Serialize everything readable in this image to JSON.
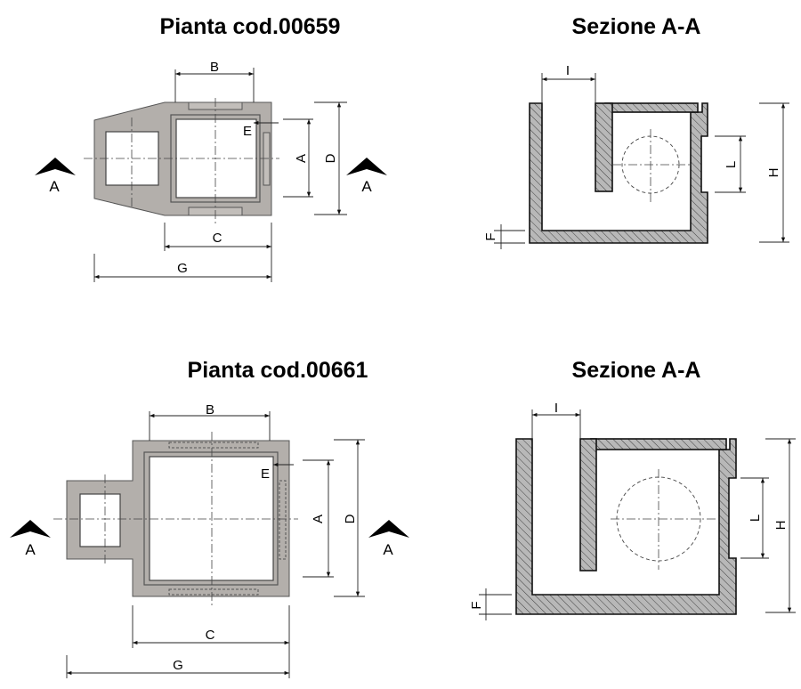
{
  "drawings": [
    {
      "title": "Pianta cod.00659",
      "dims": {
        "A": "A",
        "B": "B",
        "C": "C",
        "D": "D",
        "E": "E",
        "G": "G"
      },
      "section_marker": "A"
    },
    {
      "title": "Sezione A-A",
      "dims": {
        "I": "I",
        "L": "L",
        "H": "H",
        "F": "F"
      }
    },
    {
      "title": "Pianta cod.00661",
      "dims": {
        "A": "A",
        "B": "B",
        "C": "C",
        "D": "D",
        "E": "E",
        "G": "G"
      },
      "section_marker": "A"
    },
    {
      "title": "Sezione A-A",
      "dims": {
        "I": "I",
        "L": "L",
        "H": "H",
        "F": "F"
      }
    }
  ],
  "colors": {
    "concrete": "#b3afab",
    "line": "#222222"
  }
}
